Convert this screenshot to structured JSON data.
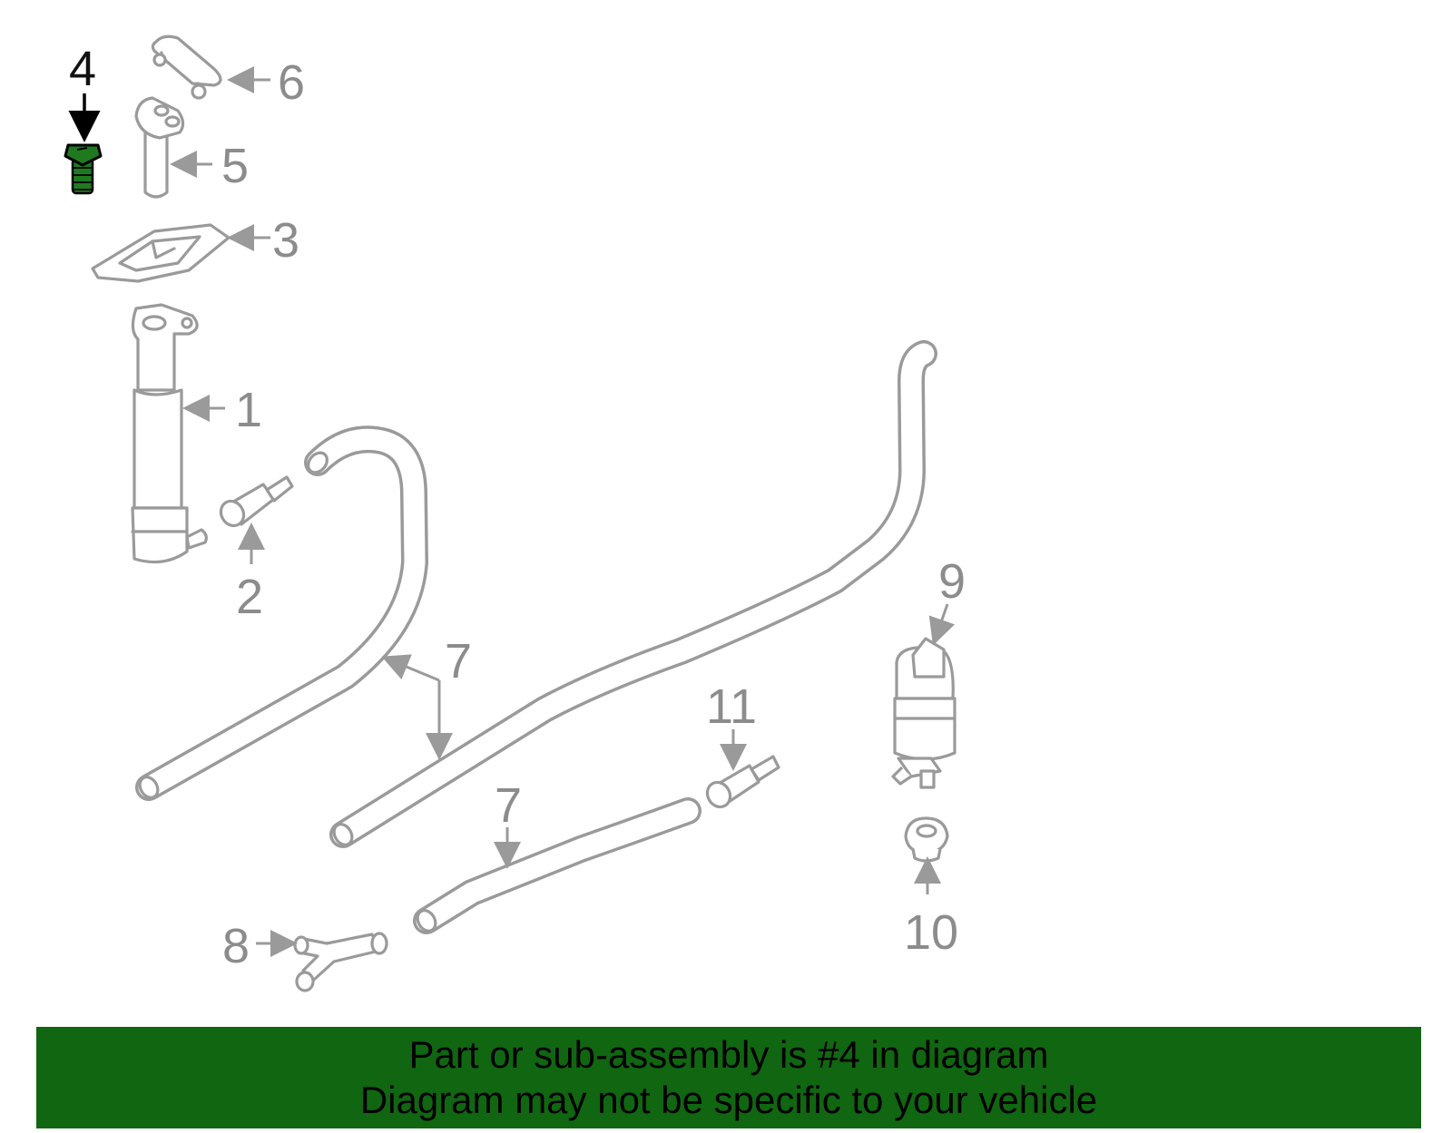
{
  "callouts": {
    "c1": "1",
    "c2": "2",
    "c3": "3",
    "c4": "4",
    "c5": "5",
    "c6": "6",
    "c7a": "7",
    "c7b": "7",
    "c8": "8",
    "c9": "9",
    "c10": "10",
    "c11": "11"
  },
  "highlighted_part": "4",
  "colors": {
    "banner_bg": "#116611",
    "highlight_part": "#1f7a1f",
    "part_line": "#9a9a9a",
    "callout_text": "#8c8c8c"
  },
  "banner": {
    "line1": "Part or sub-assembly is #4 in diagram",
    "line2": "Diagram may not be specific to your vehicle"
  }
}
